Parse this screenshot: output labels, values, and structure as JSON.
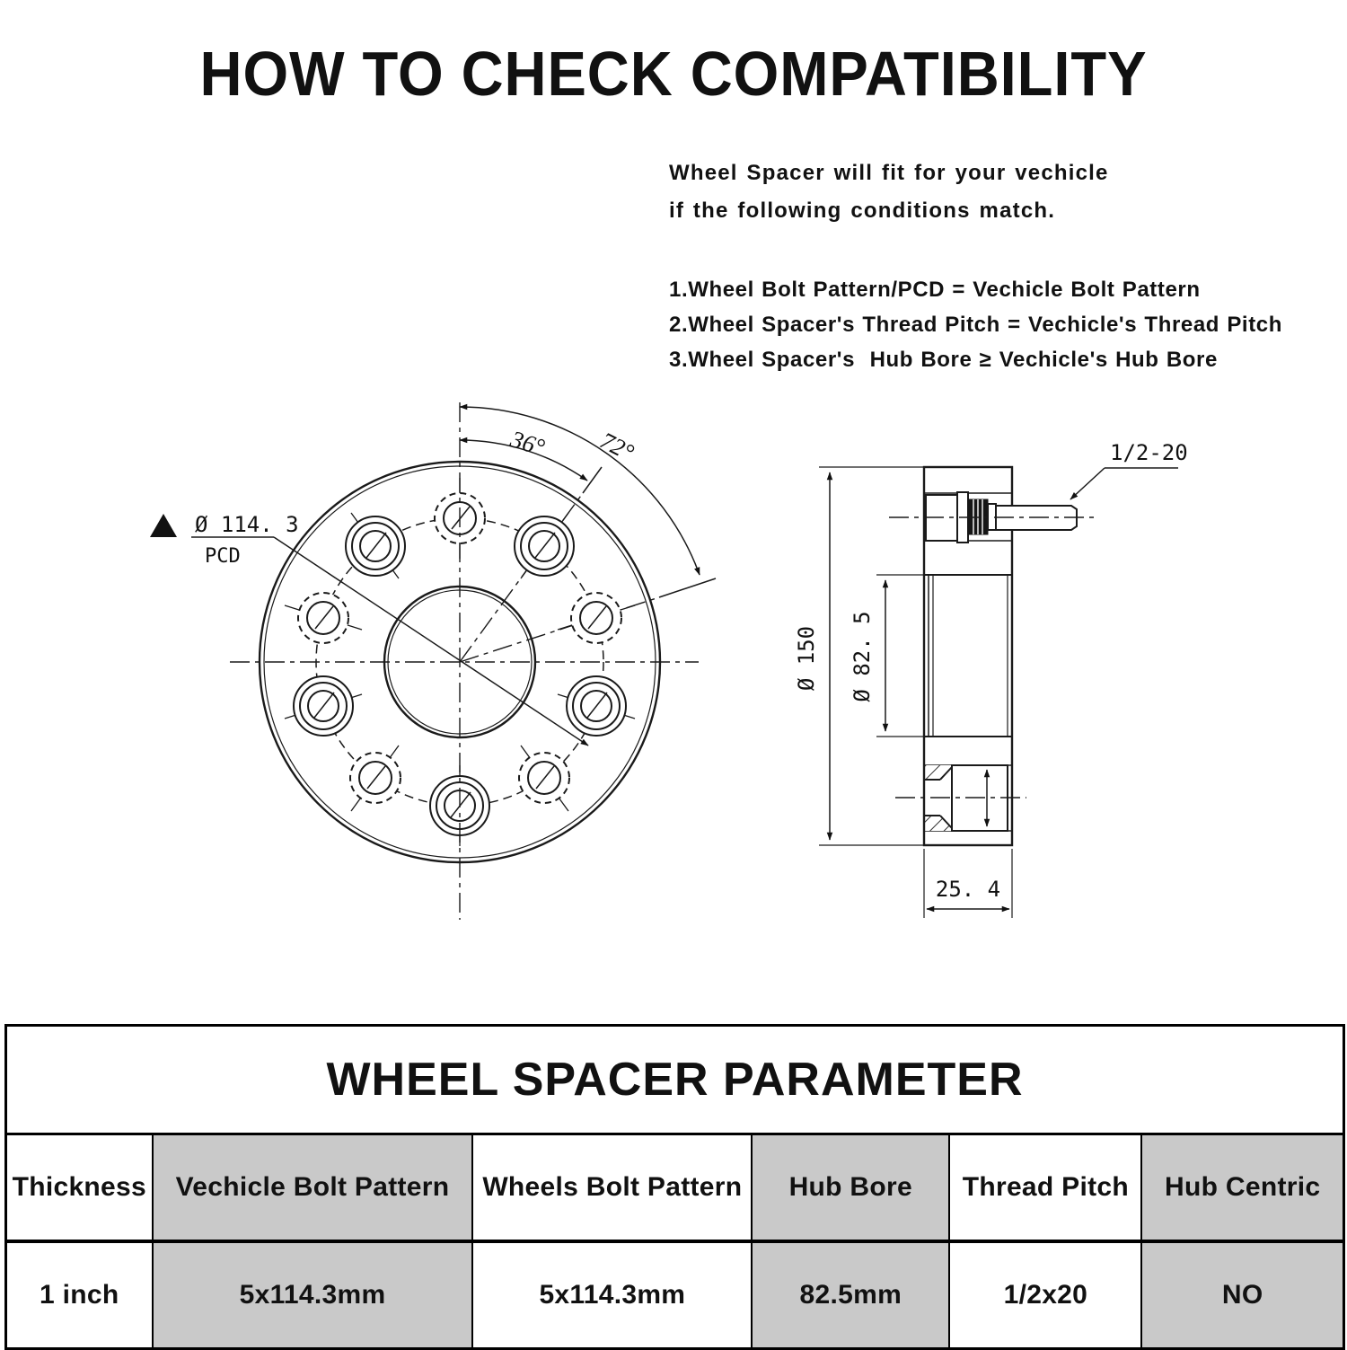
{
  "header": {
    "title": "HOW TO CHECK COMPATIBILITY"
  },
  "intro": {
    "line1": "Wheel Spacer will fit for your vechicle",
    "line2": "if the following conditions match."
  },
  "conditions": [
    "1.Wheel Bolt Pattern/PCD = Vechicle Bolt Pattern",
    "2.Wheel Spacer's Thread Pitch = Vechicle's Thread Pitch",
    "3.Wheel Spacer's  Hub Bore ≥ Vechicle's Hub Bore"
  ],
  "drawing": {
    "front_view": {
      "pcd_diameter": "Ø 114. 3",
      "pcd_abbr": "PCD",
      "angle_small": "36°",
      "angle_large": "72°"
    },
    "side_view": {
      "thread_size": "1/2-20",
      "outer_diameter": "Ø 150",
      "hub_bore": "Ø 82. 5",
      "thickness": "25. 4"
    }
  },
  "table": {
    "title": "WHEEL SPACER PARAMETER",
    "columns": [
      {
        "label": "Thickness",
        "shaded": false
      },
      {
        "label": "Vechicle Bolt Pattern",
        "shaded": true
      },
      {
        "label": "Wheels Bolt Pattern",
        "shaded": false
      },
      {
        "label": "Hub Bore",
        "shaded": true
      },
      {
        "label": "Thread Pitch",
        "shaded": false
      },
      {
        "label": "Hub Centric",
        "shaded": true
      }
    ],
    "row": [
      "1 inch",
      "5x114.3mm",
      "5x114.3mm",
      "82.5mm",
      "1/2x20",
      "NO"
    ]
  },
  "colors": {
    "shaded_cell": "#c9c9c9",
    "line": "#1a1a1a"
  }
}
